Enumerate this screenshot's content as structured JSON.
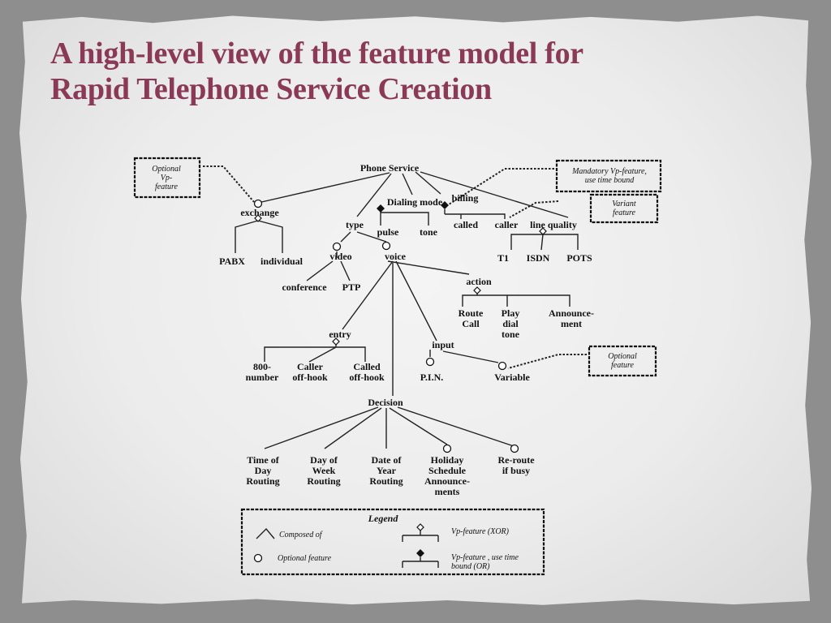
{
  "title_lines": [
    "A high-level view of the feature model for",
    "Rapid Telephone Service Creation"
  ],
  "colors": {
    "title": "#8a3a56",
    "line": "#222222",
    "paper": "#ececec"
  },
  "nodes": {
    "root": [
      "Phone Service"
    ],
    "exchange": [
      "exchange"
    ],
    "pabx": [
      "PABX"
    ],
    "individual": [
      "individual"
    ],
    "dialing_mode": [
      "Dialing mode"
    ],
    "pulse": [
      "pulse"
    ],
    "tone": [
      "tone"
    ],
    "billing": [
      "billing"
    ],
    "called": [
      "called"
    ],
    "caller": [
      "caller"
    ],
    "line_quality": [
      "line quality"
    ],
    "t1": [
      "T1"
    ],
    "isdn": [
      "ISDN"
    ],
    "pots": [
      "POTS"
    ],
    "type": [
      "type"
    ],
    "video": [
      "video"
    ],
    "voice": [
      "voice"
    ],
    "conference": [
      "conference"
    ],
    "ptp": [
      "PTP"
    ],
    "action": [
      "action"
    ],
    "route_call": [
      "Route",
      "Call"
    ],
    "play_dial_tone": [
      "Play",
      "dial",
      "tone"
    ],
    "announcement": [
      "Announce-",
      "ment"
    ],
    "entry": [
      "entry"
    ],
    "n800": [
      "800-",
      "number"
    ],
    "caller_offhook": [
      "Caller",
      "off-hook"
    ],
    "called_offhook": [
      "Called",
      "off-hook"
    ],
    "input": [
      "input"
    ],
    "pin": [
      "P.I.N."
    ],
    "variable": [
      "Variable"
    ],
    "decision": [
      "Decision"
    ],
    "time_of_day": [
      "Time of",
      "Day",
      "Routing"
    ],
    "day_of_week": [
      "Day of",
      "Week",
      "Routing"
    ],
    "date_of_year": [
      "Date of",
      "Year",
      "Routing"
    ],
    "holiday": [
      "Holiday",
      "Schedule",
      "Announce-",
      "ments"
    ],
    "reroute": [
      "Re-route",
      "if busy"
    ]
  },
  "annotations": {
    "optional_vp": [
      "Optional",
      "Vp-",
      "feature"
    ],
    "mandatory_vp": [
      "Mandatory Vp-feature,",
      "use time  bound"
    ],
    "variant": [
      "Variant",
      "feature"
    ],
    "optional_feature": [
      "Optional",
      "feature"
    ]
  },
  "legend": {
    "title": [
      "Legend"
    ],
    "composed_of": [
      "Composed of"
    ],
    "optional_feature": [
      "Optional feature"
    ],
    "vp_xor": [
      "Vp-feature (XOR)"
    ],
    "vp_or": [
      "Vp-feature , use time",
      "bound (OR)"
    ]
  }
}
